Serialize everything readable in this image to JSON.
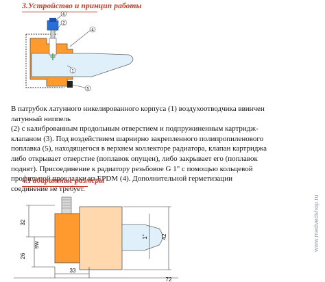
{
  "section3": {
    "title": "3.Устройство и принцип работы",
    "callouts": [
      "6",
      "2",
      "4",
      "1",
      "5"
    ]
  },
  "description": {
    "lines": [
      "В патрубок латунного никелированного  корпуса (1) воздухоотводчика ввинчен",
      "латунный ниппель",
      "(2) с калиброванным продольным отверстием и подпружиненным картридж-",
      "клапаном (3). Под воздействием  шарнирно закрепленного полипропиленового",
      "поплавка (5), находящегося в верхнем коллекторе радиатора, клапан картриджа",
      "либо открывает отверстие (поплавок опущен), либо закрывает его (поплавок",
      "поднят). Присоединение к радиатору резьбовое G 1\"  с помощью кольцевой",
      "профильной прокладки из EPDM (4). Дополнительной герметизации",
      "соединение не требует."
    ]
  },
  "section4": {
    "title": "4.Габаритные размеры",
    "dims": {
      "d32": "32",
      "d26": "26",
      "sw": "SW",
      "d1": "1\"",
      "d42": "42",
      "d33": "33",
      "d72": "72"
    }
  },
  "watermark": "www.medvedshop.ru",
  "colors": {
    "heading": "#c0392b",
    "body_fill": "#ff9a2e",
    "float_fill": "#dff0fa",
    "cap_blue": "#2a6fd6",
    "outline": "#555555"
  }
}
